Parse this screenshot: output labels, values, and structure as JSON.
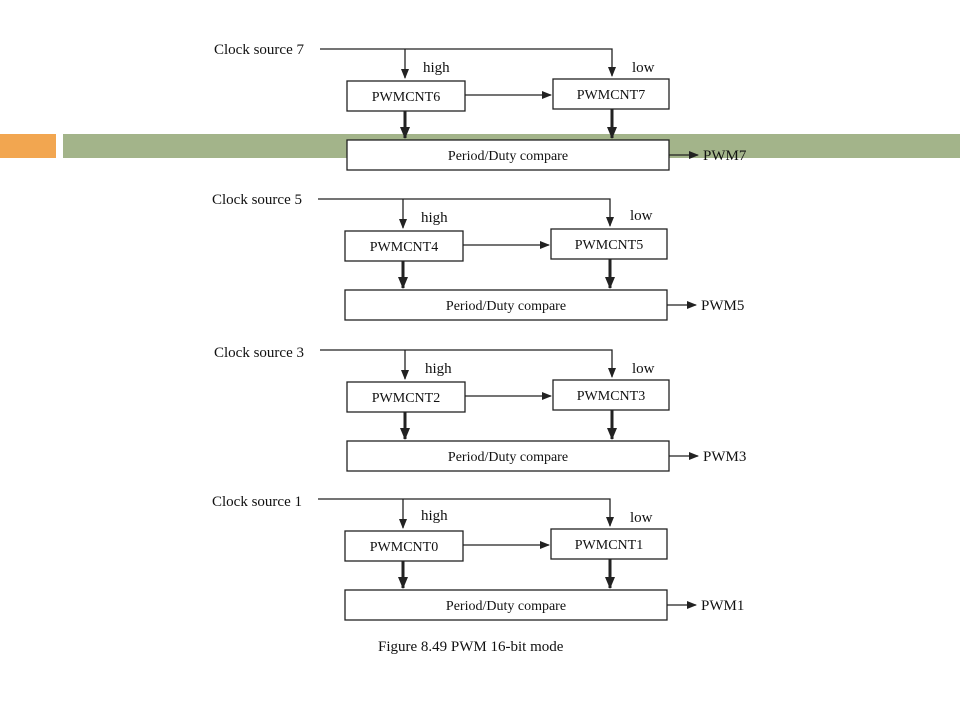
{
  "slide": {
    "decor": {
      "accent_color": "#f2a650",
      "band_color": "#a3b48a"
    }
  },
  "diagram": {
    "caption": "Figure 8.49 PWM 16-bit mode",
    "groups": [
      {
        "clock": "Clock source 7",
        "high_label": "high",
        "low_label": "low",
        "cnt_high": "PWMCNT6",
        "cnt_low": "PWMCNT7",
        "compare": "Period/Duty compare",
        "output": "PWM7"
      },
      {
        "clock": "Clock source 5",
        "high_label": "high",
        "low_label": "low",
        "cnt_high": "PWMCNT4",
        "cnt_low": "PWMCNT5",
        "compare": "Period/Duty compare",
        "output": "PWM5"
      },
      {
        "clock": "Clock source 3",
        "high_label": "high",
        "low_label": "low",
        "cnt_high": "PWMCNT2",
        "cnt_low": "PWMCNT3",
        "compare": "Period/Duty compare",
        "output": "PWM3"
      },
      {
        "clock": "Clock source 1",
        "high_label": "high",
        "low_label": "low",
        "cnt_high": "PWMCNT0",
        "cnt_low": "PWMCNT1",
        "compare": "Period/Duty compare",
        "output": "PWM1"
      }
    ]
  }
}
